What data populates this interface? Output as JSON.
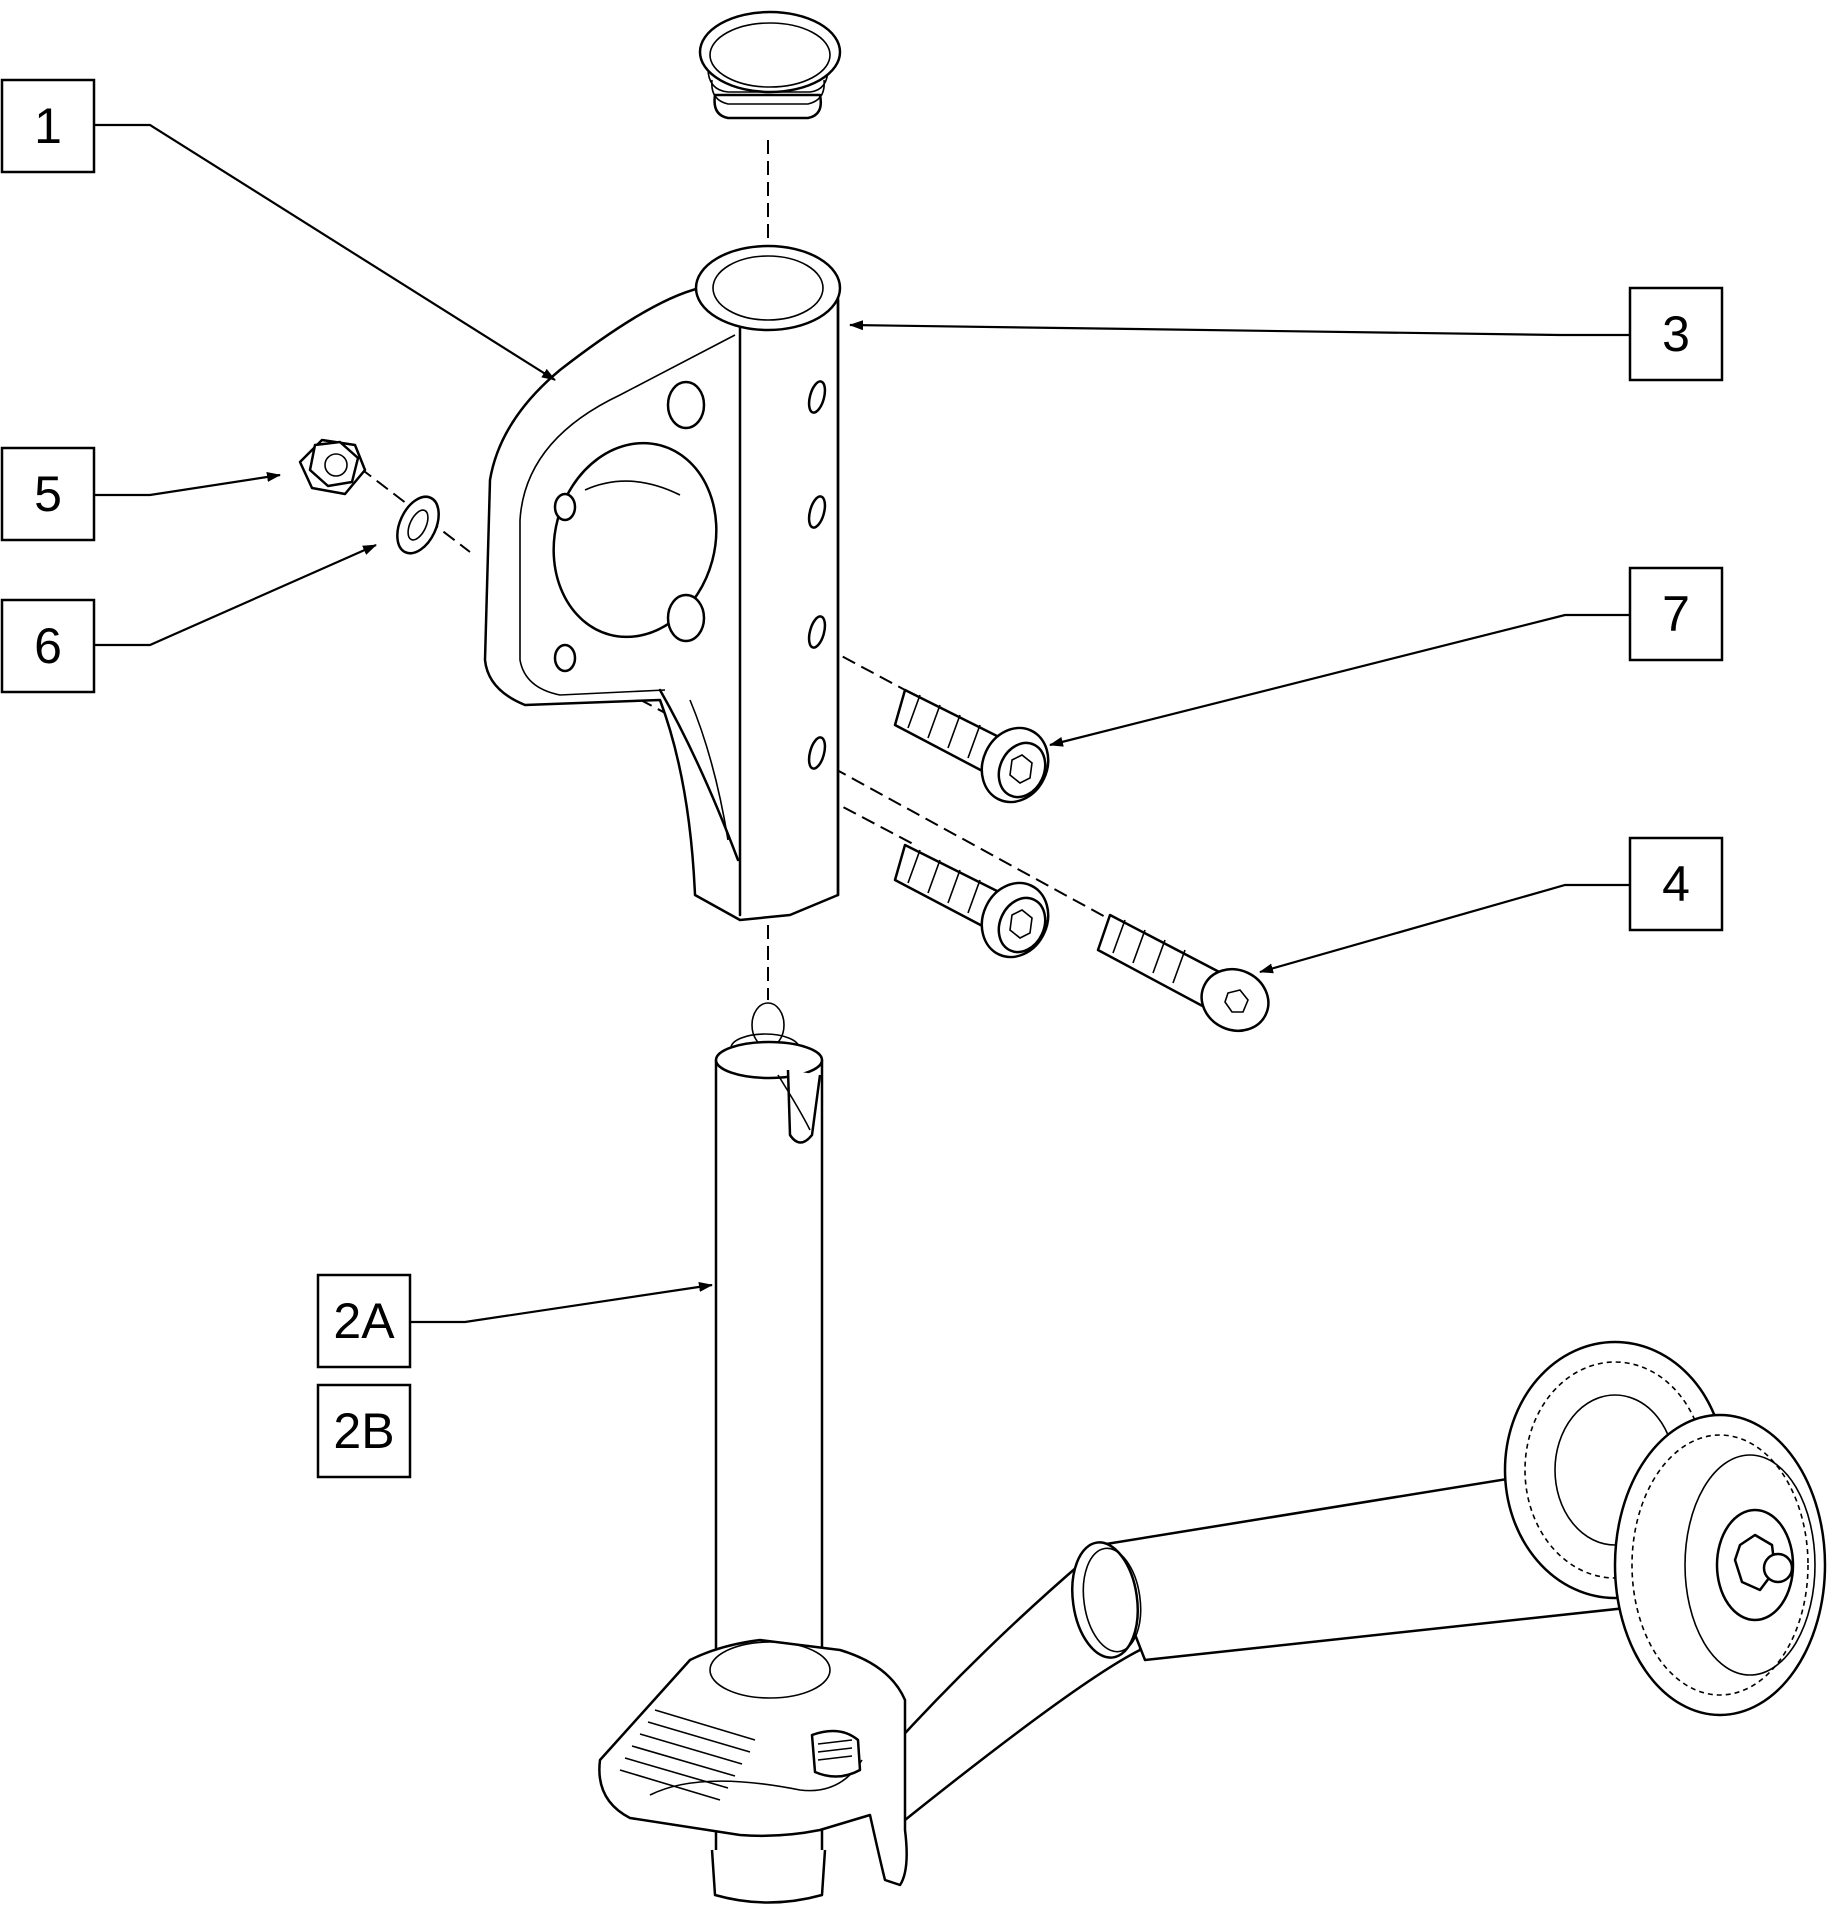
{
  "callouts": {
    "c1": "1",
    "c2a": "2A",
    "c2b": "2B",
    "c3": "3",
    "c4": "4",
    "c5": "5",
    "c6": "6",
    "c7": "7"
  }
}
